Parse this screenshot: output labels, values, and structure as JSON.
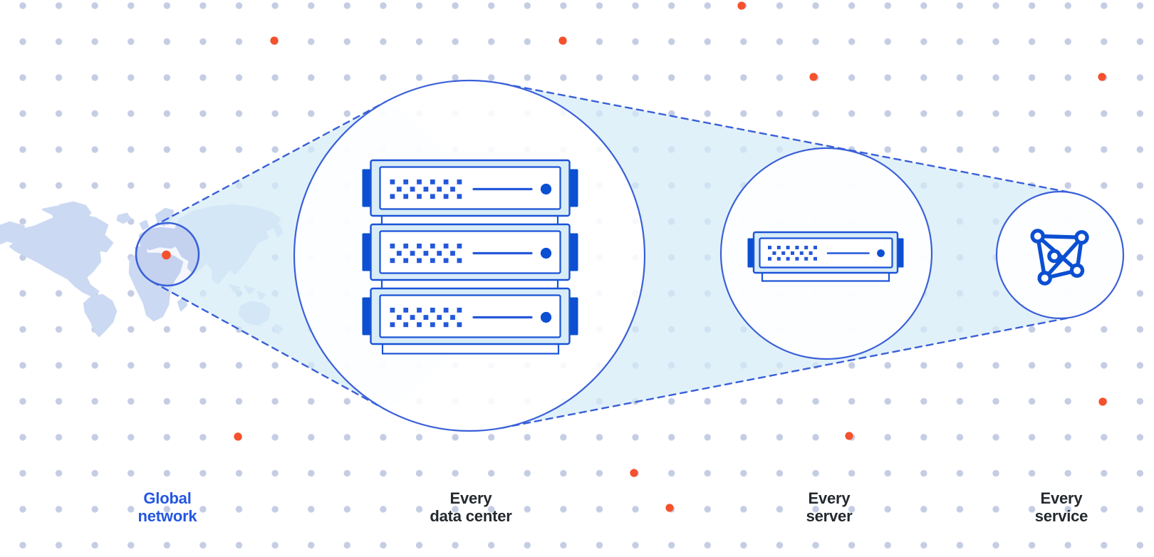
{
  "diagram": {
    "labels": [
      {
        "id": "global-network",
        "line1": "Global",
        "line2": "network"
      },
      {
        "id": "every-data-center",
        "line1": "Every",
        "line2": "data center"
      },
      {
        "id": "every-server",
        "line1": "Every",
        "line2": "server"
      },
      {
        "id": "every-service",
        "line1": "Every",
        "line2": "service"
      }
    ],
    "icons": {
      "map": "world-map",
      "marker": "location-marker-dot",
      "datacenter": "server-rack-icon",
      "server": "server-icon",
      "service": "mesh-network-icon"
    },
    "colors": {
      "accent_blue": "#3a60d8",
      "server_border_blue": "#1a53d6",
      "dark_blue": "#0b4fd2",
      "square_blue": "#2458da",
      "light_cyan": "#d9edf8",
      "beam_cyan": "#d5ecf7",
      "map_blue": "#ccd9f2",
      "grid_dot": "#c4cde4",
      "orange": "#f4512c",
      "label_dark": "#24292e",
      "label_blue": "#2457e0"
    }
  }
}
